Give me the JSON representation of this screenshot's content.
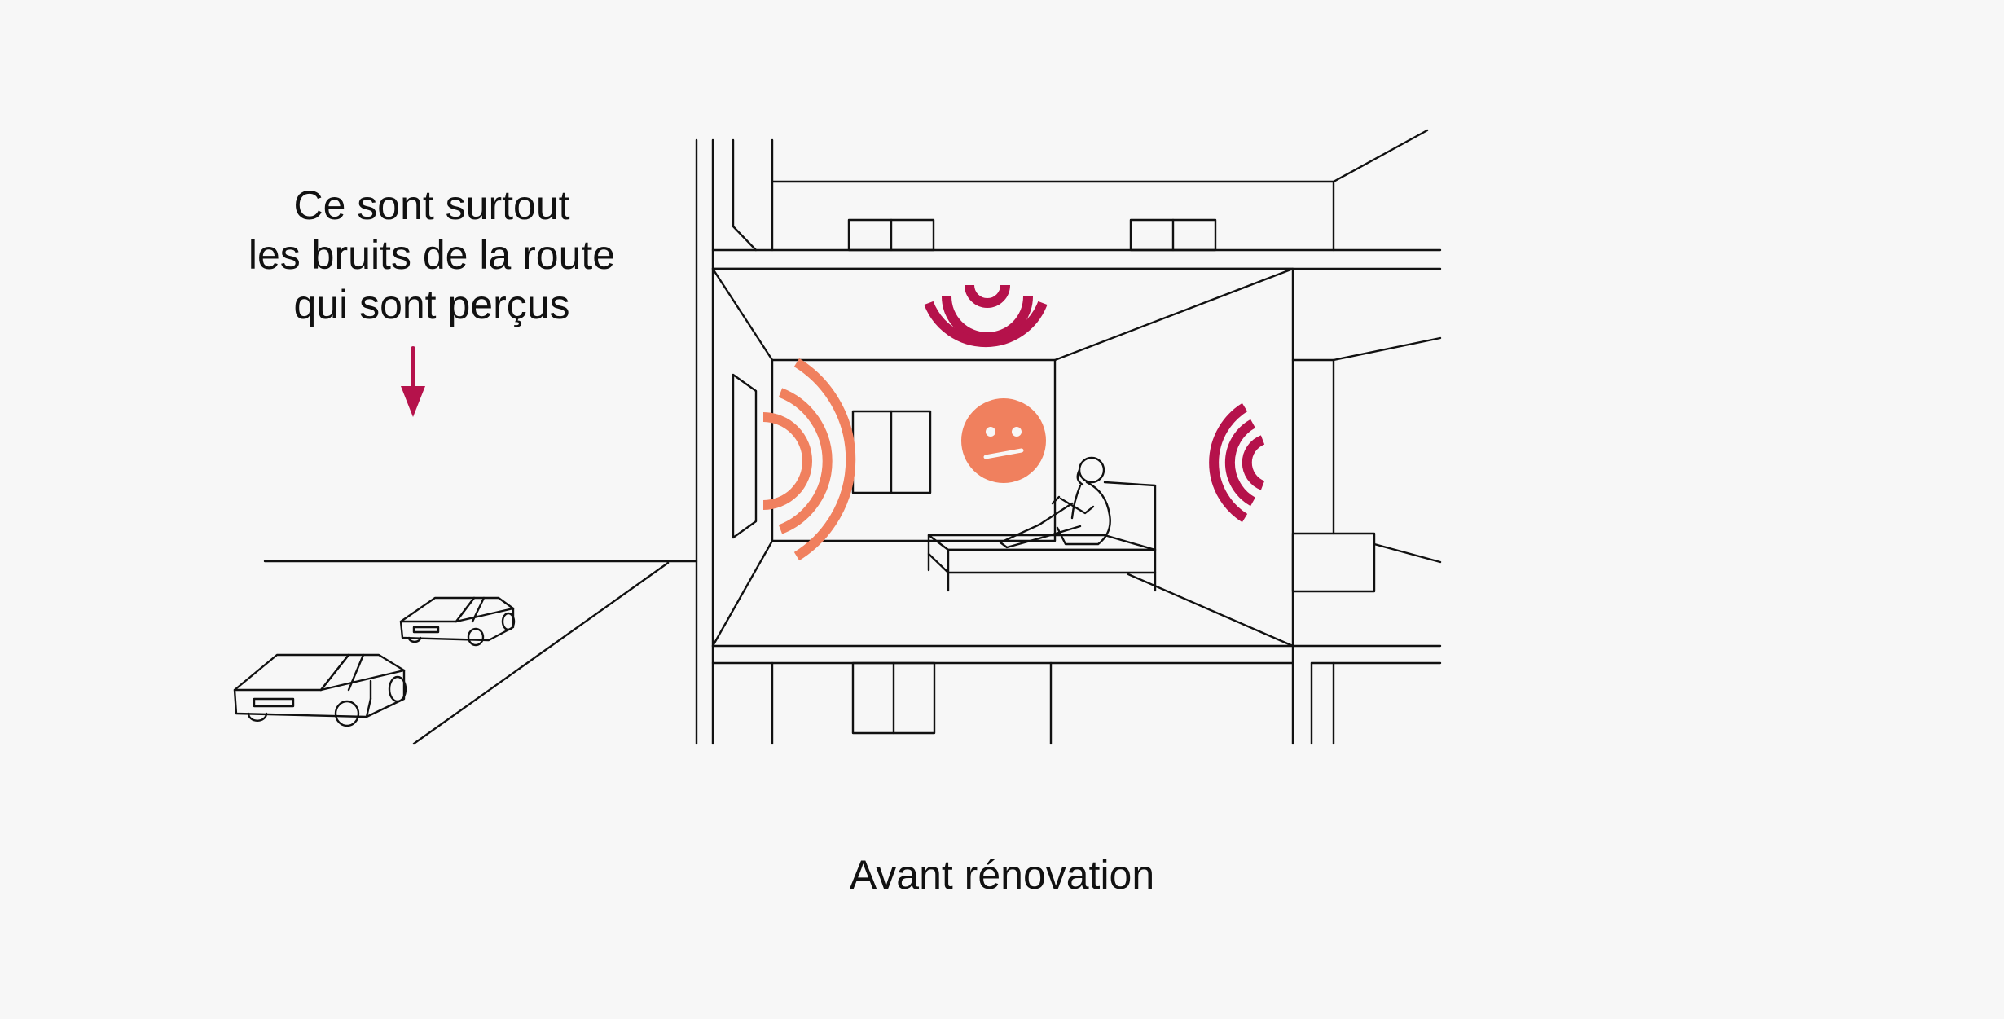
{
  "annotation": {
    "lines": [
      "Ce sont surtout",
      "les bruits de la route",
      "qui sont perçus"
    ]
  },
  "caption": "Avant rénovation",
  "colors": {
    "background": "#f7f7f7",
    "line": "#111111",
    "noise_strong": "#b5124b",
    "noise_window": "#f0805e",
    "face": "#f0805e"
  },
  "icons": {
    "arrow": "down-arrow-icon",
    "face": "neutral-face-icon"
  }
}
